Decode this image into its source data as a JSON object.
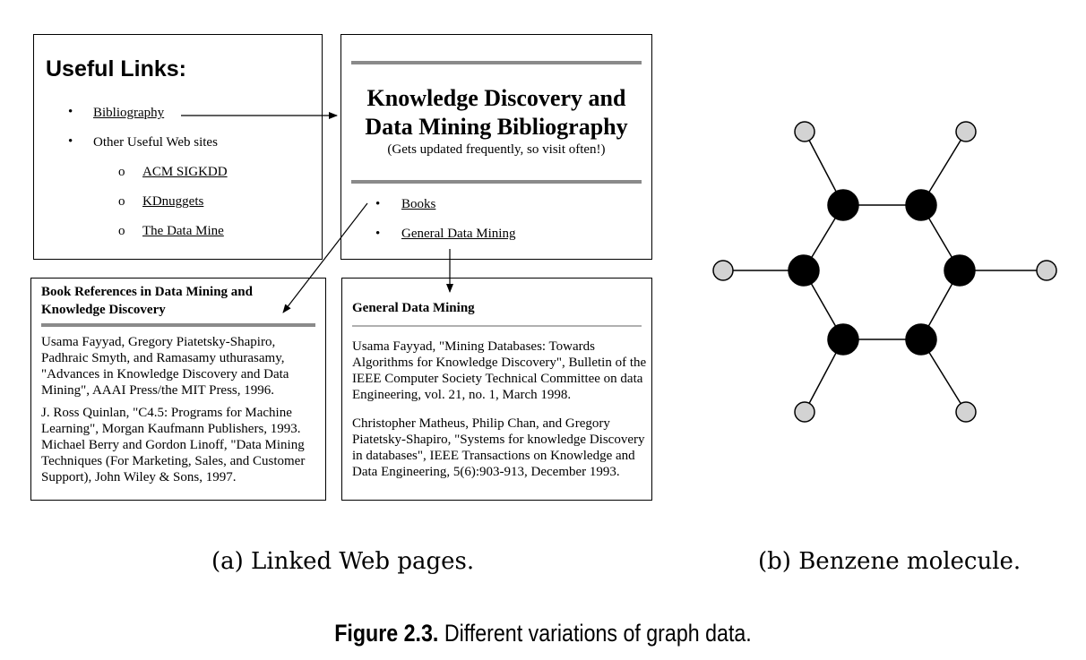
{
  "useful_links": {
    "title": "Useful Links:",
    "items": [
      {
        "bullet": "•",
        "label": "Bibliography"
      },
      {
        "bullet": "•",
        "label": "Other Useful Web sites"
      }
    ],
    "subitems": [
      {
        "bullet": "o",
        "label": "ACM SIGKDD"
      },
      {
        "bullet": "o",
        "label": "KDnuggets"
      },
      {
        "bullet": "o",
        "label": "The Data Mine"
      }
    ]
  },
  "bibliography_page": {
    "title_line1": "Knowledge Discovery and",
    "title_line2": "Data Mining Bibliography",
    "subtitle": "(Gets updated frequently, so visit often!)",
    "links": [
      {
        "bullet": "•",
        "label": "Books"
      },
      {
        "bullet": "•",
        "label": "General Data Mining"
      }
    ]
  },
  "book_references": {
    "title_line1": "Book References in Data Mining and",
    "title_line2": "Knowledge Discovery",
    "entries": [
      "Usama Fayyad, Gregory Piatetsky-Shapiro, Padhraic Smyth, and Ramasamy uthurasamy, \"Advances in Knowledge Discovery and Data Mining\", AAAI Press/the MIT Press, 1996.",
      "J. Ross Quinlan, \"C4.5: Programs for Machine Learning\", Morgan Kaufmann Publishers, 1993. Michael Berry and Gordon Linoff, \"Data Mining Techniques (For Marketing, Sales, and Customer Support), John Wiley & Sons, 1997."
    ]
  },
  "general_data_mining": {
    "title": "General Data Mining",
    "entries": [
      "Usama Fayyad, \"Mining Databases: Towards Algorithms for Knowledge Discovery\", Bulletin of the IEEE Computer Society Technical Committee on data Engineering, vol. 21, no. 1, March 1998.",
      "Christopher Matheus, Philip Chan, and Gregory Piatetsky-Shapiro, \"Systems for knowledge Discovery in databases\", IEEE Transactions on Knowledge and Data Engineering, 5(6):903-913, December 1993."
    ]
  },
  "captions": {
    "a": "(a) Linked Web pages.",
    "b": "(b) Benzene molecule.",
    "figure_label": "Figure 2.3.",
    "figure_text": "Different variations of graph data."
  },
  "colors": {
    "carbon": "#000000",
    "hydrogen": "#d3d3d3",
    "rule": "#8a8a8a"
  }
}
